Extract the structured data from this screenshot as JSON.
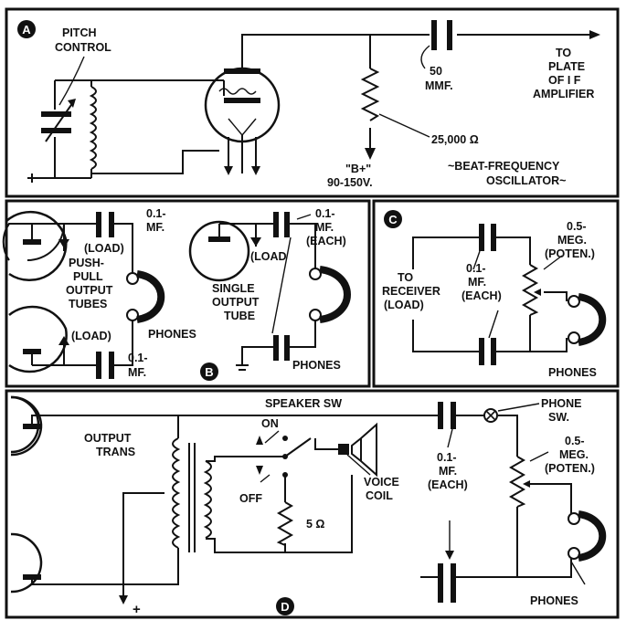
{
  "panels": {
    "a": {
      "badge": "A",
      "labels": {
        "pitch1": "PITCH",
        "pitch2": "CONTROL",
        "cap1": "50",
        "cap2": "MMF.",
        "to1": "TO",
        "to2": "PLATE",
        "to3": "OF I F",
        "to4": "AMPLIFIER",
        "res": "25,000 Ω",
        "b1": "\"B+\"",
        "b2": "90-150V.",
        "osc1": "~BEAT-FREQUENCY",
        "osc2": "OSCILLATOR~"
      }
    },
    "b": {
      "badge": "B",
      "labels": {
        "c1a": "0.1-",
        "c1b": "MF.",
        "load1": "(LOAD)",
        "push1": "PUSH-",
        "push2": "PULL",
        "push3": "OUTPUT",
        "push4": "TUBES",
        "load2": "(LOAD)",
        "phones1": "PHONES",
        "c2a": "0.1-",
        "c2b": "MF.",
        "load3": "(LOAD",
        "c3a": "0.1-",
        "c3b": "MF.",
        "c3c": "(EACH)",
        "single1": "SINGLE",
        "single2": "OUTPUT",
        "single3": "TUBE",
        "phones2": "PHONES"
      }
    },
    "c": {
      "badge": "C",
      "labels": {
        "to1": "TO",
        "to2": "RECEIVER",
        "to3": "(LOAD)",
        "c1": "0.1-",
        "c2": "MF.",
        "c3": "(EACH)",
        "p1": "0.5-",
        "p2": "MEG.",
        "p3": "(POTEN.)",
        "phones": "PHONES"
      }
    },
    "d": {
      "badge": "D",
      "labels": {
        "out1": "OUTPUT",
        "out2": "TRANS",
        "spk": "SPEAKER SW",
        "on": "ON",
        "off": "OFF",
        "res": "5 Ω",
        "vc1": "VOICE",
        "vc2": "COIL",
        "c1": "0.1-",
        "c2": "MF.",
        "c3": "(EACH)",
        "ps1": "PHONE",
        "ps2": "SW.",
        "p1": "0.5-",
        "p2": "MEG.",
        "p3": "(POTEN.)",
        "phones": "PHONES",
        "plus": "+"
      }
    }
  }
}
